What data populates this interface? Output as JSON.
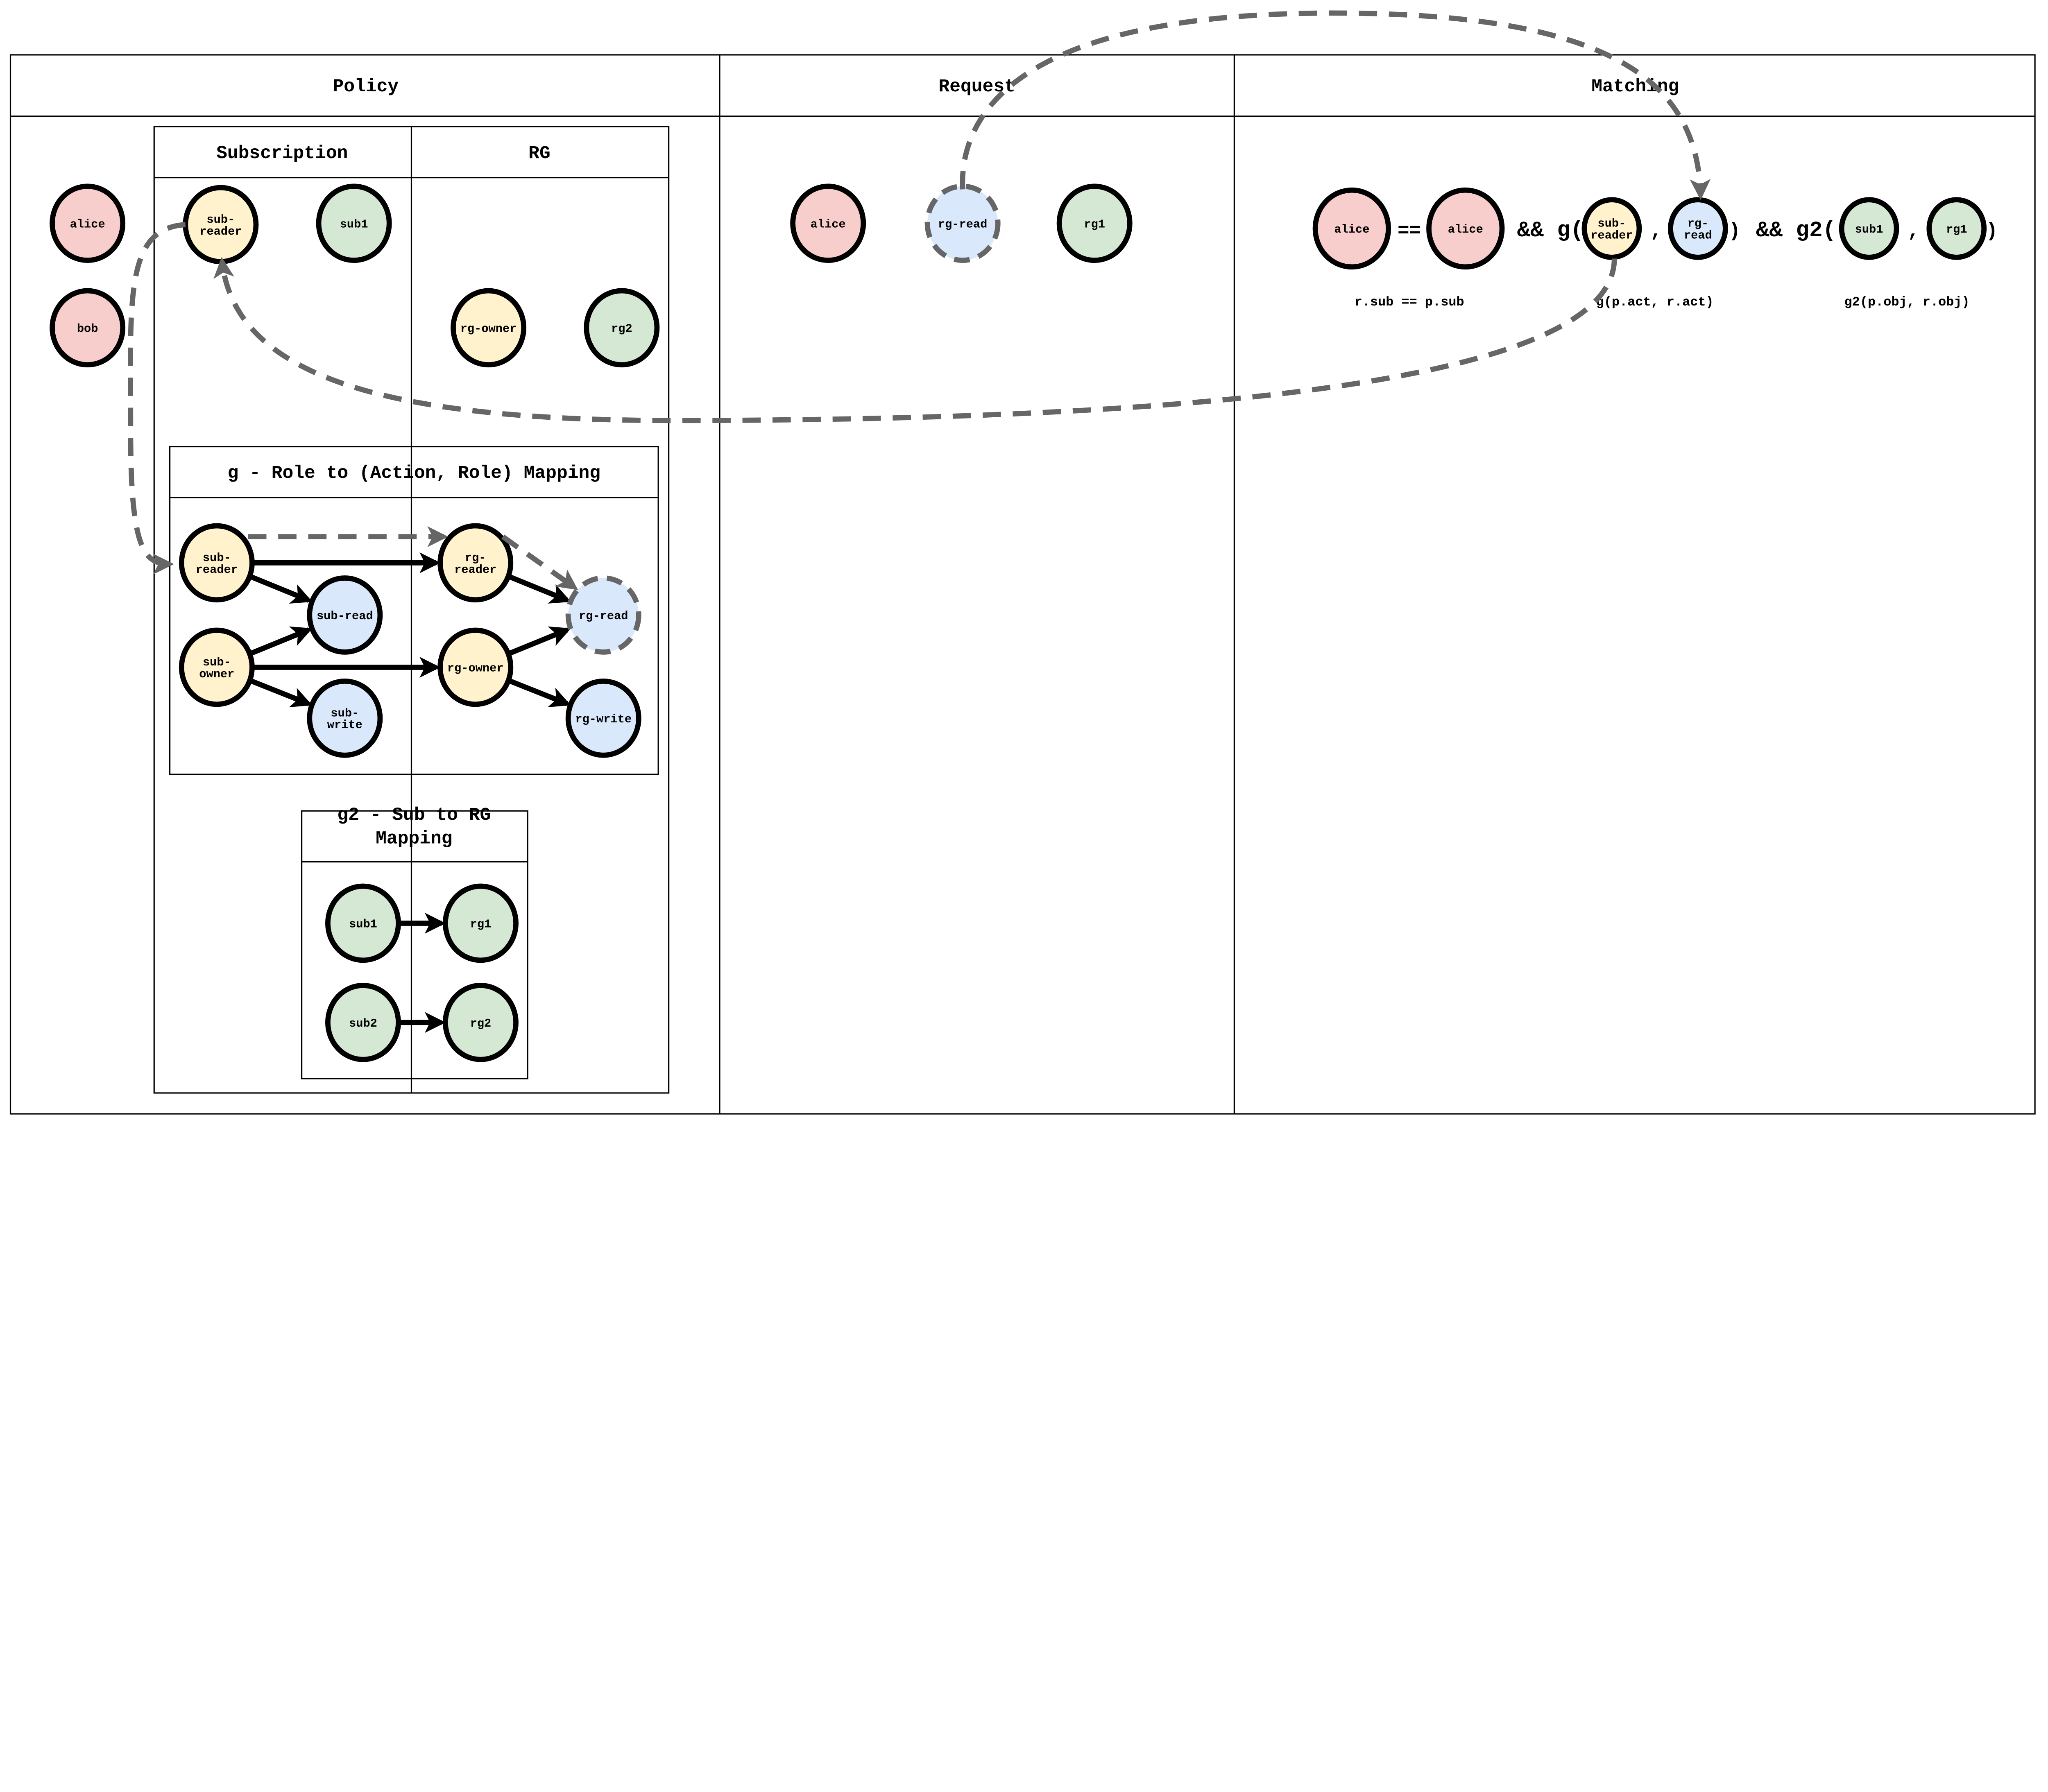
{
  "colors": {
    "user": "#f8cecc",
    "role": "#fff2cc",
    "action": "#dae8fc",
    "resource": "#d5e8d4",
    "stroke": "#000000",
    "dashed": "#666666"
  },
  "columns": {
    "policy": "Policy",
    "request": "Request",
    "matching": "Matching"
  },
  "policy": {
    "users": [
      {
        "label": "alice",
        "kind": "user"
      },
      {
        "label": "bob",
        "kind": "user"
      }
    ],
    "subscription_header": "Subscription",
    "rg_header": "RG",
    "subscription_nodes": [
      {
        "label": "sub-\nreader",
        "kind": "role"
      },
      {
        "label": "sub1",
        "kind": "resource"
      }
    ],
    "rg_nodes": [
      {
        "label": "rg-owner",
        "kind": "role"
      },
      {
        "label": "rg2",
        "kind": "resource"
      }
    ],
    "g_title": "g - Role to (Action, Role) Mapping",
    "g_nodes": [
      {
        "label": "sub-\nreader",
        "kind": "role"
      },
      {
        "label": "sub-read",
        "kind": "action"
      },
      {
        "label": "sub-\nowner",
        "kind": "role"
      },
      {
        "label": "sub-\nwrite",
        "kind": "action"
      },
      {
        "label": "rg-\nreader",
        "kind": "role"
      },
      {
        "label": "rg-read",
        "kind": "action",
        "dashed": true
      },
      {
        "label": "rg-owner",
        "kind": "role"
      },
      {
        "label": "rg-write",
        "kind": "action"
      }
    ],
    "g2_title": "g2 - Sub to RG\nMapping",
    "g2_nodes": [
      {
        "label": "sub1",
        "kind": "resource"
      },
      {
        "label": "rg1",
        "kind": "resource"
      },
      {
        "label": "sub2",
        "kind": "resource"
      },
      {
        "label": "rg2",
        "kind": "resource"
      }
    ]
  },
  "request": {
    "nodes": [
      {
        "label": "alice",
        "kind": "user"
      },
      {
        "label": "rg-read",
        "kind": "action",
        "dashed": true
      },
      {
        "label": "rg1",
        "kind": "resource"
      }
    ]
  },
  "matching": {
    "nodes": [
      {
        "label": "alice",
        "kind": "user"
      },
      {
        "label": "alice",
        "kind": "user"
      },
      {
        "label": "sub-\nreader",
        "kind": "role"
      },
      {
        "label": "rg-\nread",
        "kind": "action"
      },
      {
        "label": "sub1",
        "kind": "resource"
      },
      {
        "label": "rg1",
        "kind": "resource"
      }
    ],
    "operators": [
      "==",
      "&& g(",
      ",",
      ")",
      "&& g2(",
      ",",
      ")"
    ],
    "captions": [
      "r.sub == p.sub",
      "g(p.act, r.act)",
      "g2(p.obj, r.obj)"
    ]
  }
}
